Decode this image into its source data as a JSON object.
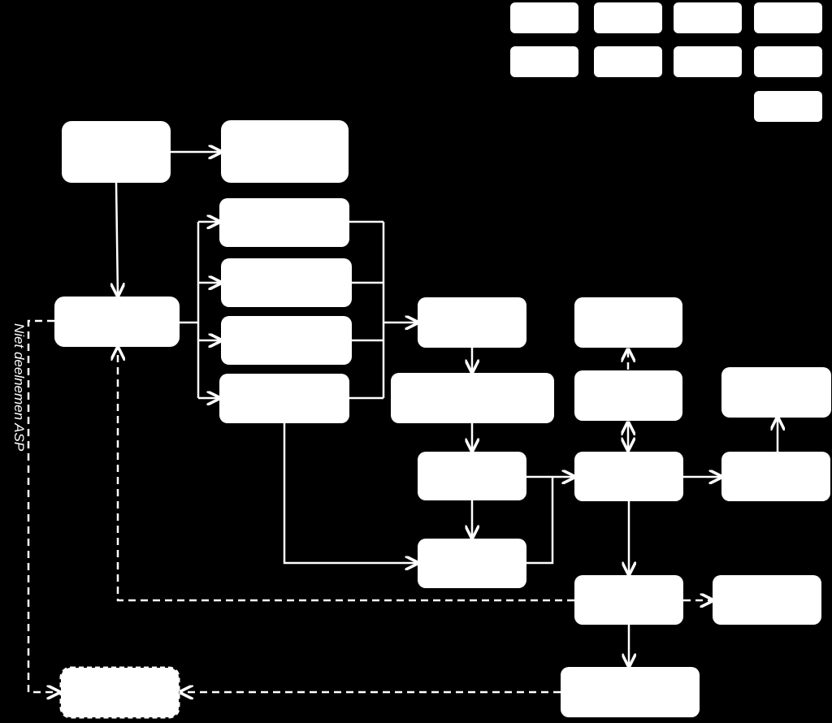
{
  "diagram": {
    "colors": {
      "background": "#000000",
      "node_fill": "#ffffff",
      "edge_color": "#ffffff"
    },
    "edge_label_not_participating": "Niet deelnemen ASP",
    "legend_swatch_count": 9,
    "node_count": 20
  }
}
